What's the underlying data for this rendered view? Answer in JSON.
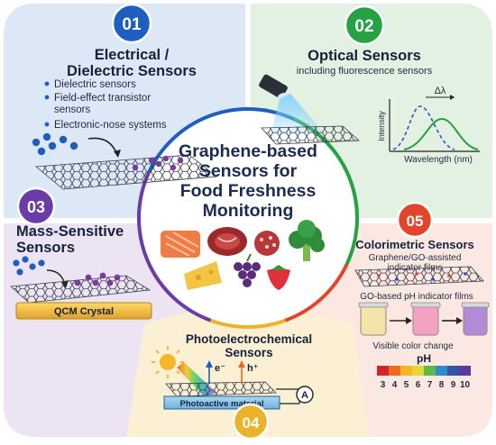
{
  "center_title": [
    "Graphene-based",
    "Sensors for",
    "Food Freshness",
    "Monitoring"
  ],
  "colors": {
    "blue": "#1e5ec0",
    "green": "#25a244",
    "purple": "#6b3ba8",
    "orange": "#e3442b",
    "yellow": "#eab32a"
  },
  "sections": [
    {
      "number": "01",
      "title": [
        "Electrical /",
        "Dielectric Sensors"
      ],
      "bullets": [
        "Dielectric sensors",
        "Field-effect transistor",
        "sensors",
        "Electronic-nose systems"
      ]
    },
    {
      "number": "02",
      "title": [
        "Optical Sensors"
      ],
      "subtitle": "including fluorescence sensors",
      "graph": {
        "ylabel": "Intensity",
        "xlabel": "Wavelength (nm)",
        "shift_label": "Δλ"
      }
    },
    {
      "number": "03",
      "title": [
        "Mass-Sensitive",
        "Sensors"
      ],
      "crystal_label": "QCM Crystal"
    },
    {
      "number": "04",
      "title": [
        "Photoelectrochemical",
        "Sensors"
      ],
      "electron_label": "e⁻",
      "hole_label": "h⁺",
      "meter_label": "A",
      "material_label": "Photoactive material"
    },
    {
      "number": "05",
      "title": [
        "Colorimetric Sensors"
      ],
      "subtitle": [
        "Graphene/GO-assisted",
        "indicator films"
      ],
      "film_label": "GO-based pH indicator films",
      "change_label": "Visible color change",
      "ph_label": "pH",
      "ph_values": [
        "3",
        "4",
        "5",
        "6",
        "7",
        "8",
        "9",
        "10"
      ],
      "ph_colors": [
        "#d0262b",
        "#ee6a22",
        "#f5b625",
        "#e5d836",
        "#5fb848",
        "#2d8fc8",
        "#3553a8",
        "#5b3a9a"
      ]
    }
  ]
}
